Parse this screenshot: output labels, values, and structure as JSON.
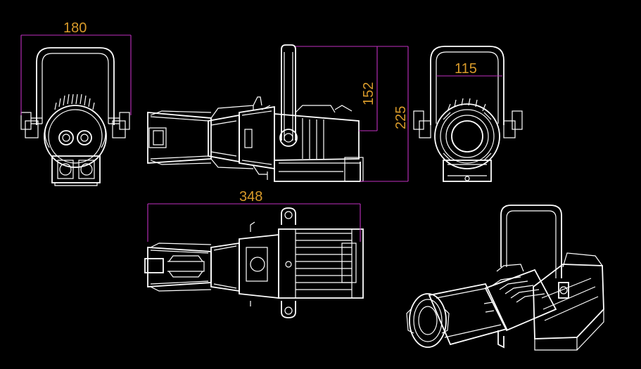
{
  "colors": {
    "background": "#000000",
    "linework": "#ffffff",
    "dimension_lines": "#c030c0",
    "dimension_text": "#d89a2a"
  },
  "dimensions": {
    "front_width": "180",
    "lens_diameter": "115",
    "yoke_height": "152",
    "total_height": "225",
    "body_length": "348"
  }
}
